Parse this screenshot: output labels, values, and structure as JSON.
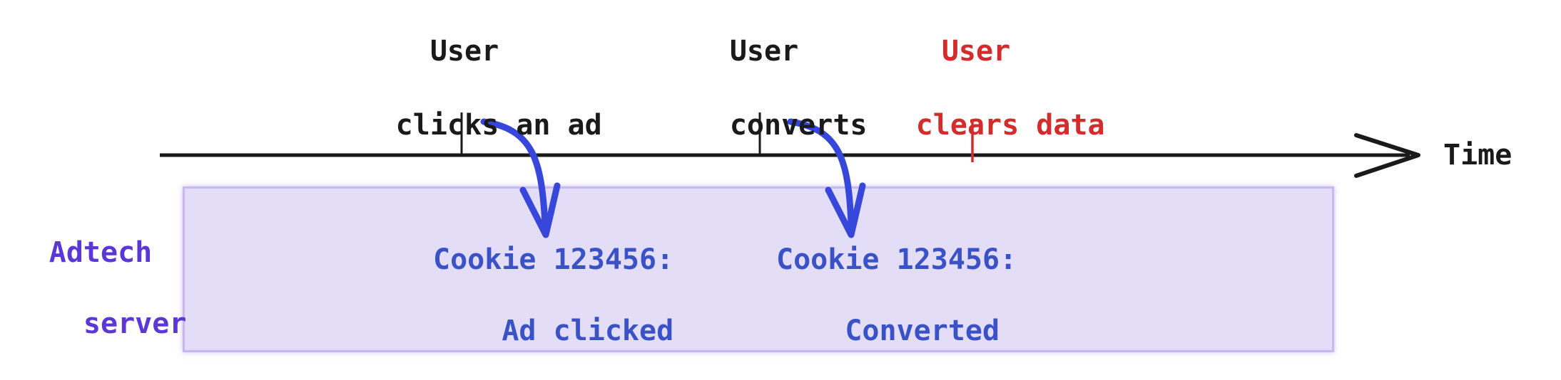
{
  "diagram": {
    "description": "Timeline showing cookie-based ad attribution by an adtech server",
    "axis_label": "Time",
    "events": [
      {
        "line1": "User",
        "line2": "clicks an ad",
        "status": "normal"
      },
      {
        "line1": "User",
        "line2": "converts",
        "status": "normal"
      },
      {
        "line1": "User",
        "line2": "clears data",
        "status": "alert"
      }
    ],
    "server": {
      "line1": "Adtech",
      "line2": "server",
      "records": [
        {
          "line1": "Cookie 123456:",
          "line2": "Ad clicked"
        },
        {
          "line1": "Cookie 123456:",
          "line2": "Converted"
        }
      ]
    },
    "colors": {
      "event_text": "#1a1a1a",
      "alert_event_text": "#d22c2c",
      "alert_tick": "#d22c2c",
      "timeline": "#1a1a1a",
      "server_label": "#5b38d6",
      "record_text": "#3b52c6",
      "attribution_arrow": "#3647d9",
      "server_box_fill": "#e3ddf8",
      "server_box_border": "#c7b8f0"
    }
  }
}
